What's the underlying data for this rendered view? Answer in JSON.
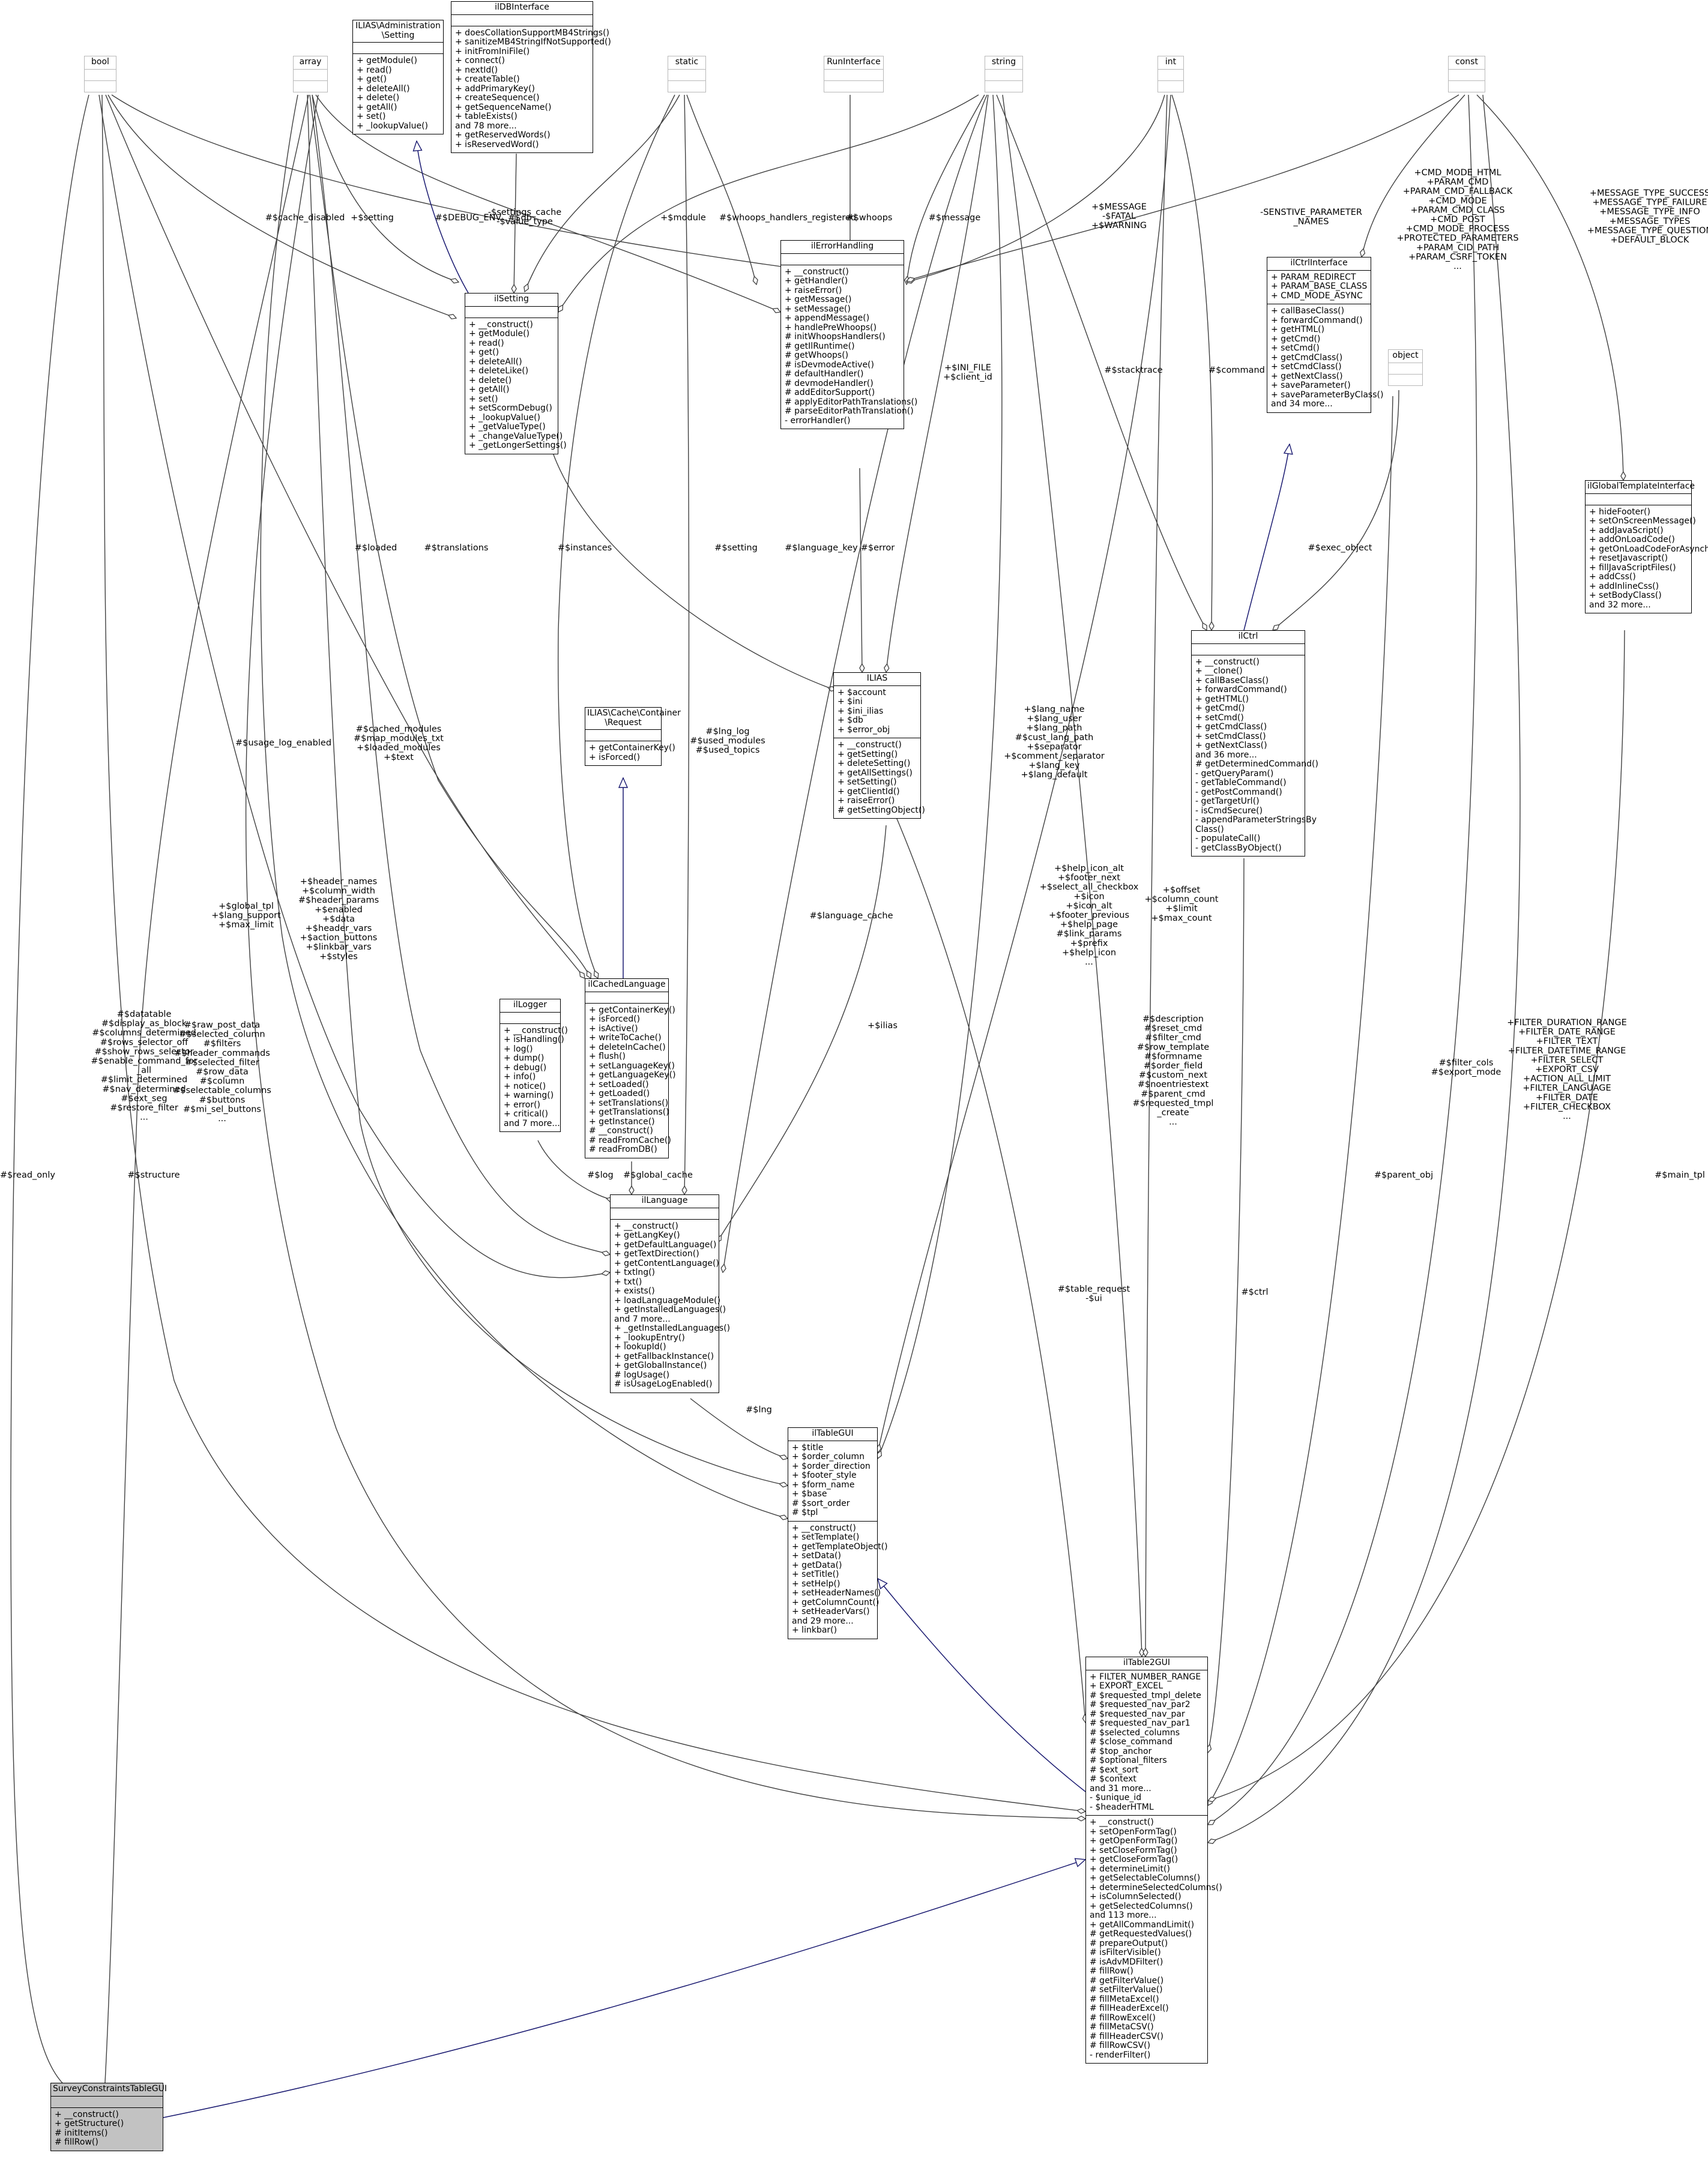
{
  "classes": {
    "bool": {
      "title": [
        "bool"
      ],
      "attrs": [],
      "ops": []
    },
    "array": {
      "title": [
        "array"
      ],
      "attrs": [],
      "ops": []
    },
    "admin_setting": {
      "title": [
        "ILIAS\\Administration",
        "\\Setting"
      ],
      "attrs": [],
      "ops": [
        "+ getModule()",
        "+ read()",
        "+ get()",
        "+ deleteAll()",
        "+ delete()",
        "+ getAll()",
        "+ set()",
        "+ _lookupValue()"
      ]
    },
    "ildbinterface": {
      "title": [
        "ilDBInterface"
      ],
      "attrs": [],
      "ops": [
        "+ doesCollationSupportMB4Strings()",
        "+ sanitizeMB4StringIfNotSupported()",
        "+ initFromIniFile()",
        "+ connect()",
        "+ nextId()",
        "+ createTable()",
        "+ addPrimaryKey()",
        "+ createSequence()",
        "+ getSequenceName()",
        "+ tableExists()",
        "and 78 more...",
        "+ getReservedWords()",
        "+ isReservedWord()"
      ]
    },
    "static": {
      "title": [
        "static"
      ],
      "attrs": [],
      "ops": []
    },
    "runinterface": {
      "title": [
        "RunInterface"
      ],
      "attrs": [],
      "ops": []
    },
    "string": {
      "title": [
        "string"
      ],
      "attrs": [],
      "ops": []
    },
    "int": {
      "title": [
        "int"
      ],
      "attrs": [],
      "ops": []
    },
    "const": {
      "title": [
        "const"
      ],
      "attrs": [],
      "ops": []
    },
    "ilsetting": {
      "title": [
        "ilSetting"
      ],
      "attrs": [],
      "ops": [
        "+ __construct()",
        "+ getModule()",
        "+ read()",
        "+ get()",
        "+ deleteAll()",
        "+ deleteLike()",
        "+ delete()",
        "+ getAll()",
        "+ set()",
        "+ setScormDebug()",
        "+ _lookupValue()",
        "+ _getValueType()",
        "+ _changeValueType()",
        "+ _getLongerSettings()"
      ]
    },
    "ilerrorhandling": {
      "title": [
        "ilErrorHandling"
      ],
      "attrs": [],
      "ops": [
        "+ __construct()",
        "+ getHandler()",
        "+ raiseError()",
        "+ getMessage()",
        "+ setMessage()",
        "+ appendMessage()",
        "+ handlePreWhoops()",
        "# initWhoopsHandlers()",
        "# getIlRuntime()",
        "# getWhoops()",
        "# isDevmodeActive()",
        "# defaultHandler()",
        "# devmodeHandler()",
        "# addEditorSupport()",
        "# applyEditorPathTranslations()",
        "# parseEditorPathTranslation()",
        "- errorHandler()"
      ]
    },
    "ilctrlinterface": {
      "title": [
        "ilCtrlInterface"
      ],
      "attrs": [
        "+ PARAM_REDIRECT",
        "+ PARAM_BASE_CLASS",
        "+ CMD_MODE_ASYNC"
      ],
      "ops": [
        "+ callBaseClass()",
        "+ forwardCommand()",
        "+ getHTML()",
        "+ getCmd()",
        "+ setCmd()",
        "+ getCmdClass()",
        "+ setCmdClass()",
        "+ getNextClass()",
        "+ saveParameter()",
        "+ saveParameterByClass()",
        "and 34 more..."
      ]
    },
    "object": {
      "title": [
        "object"
      ],
      "attrs": [],
      "ops": []
    },
    "ilglobaltemplateinterface": {
      "title": [
        "ilGlobalTemplateInterface"
      ],
      "attrs": [],
      "ops": [
        "+ hideFooter()",
        "+ setOnScreenMessage()",
        "+ addJavaScript()",
        "+ addOnLoadCode()",
        "+ getOnLoadCodeForAsynch()",
        "+ resetJavascript()",
        "+ fillJavaScriptFiles()",
        "+ addCss()",
        "+ addInlineCss()",
        "+ setBodyClass()",
        "and 32 more..."
      ]
    },
    "ilctrl": {
      "title": [
        "ilCtrl"
      ],
      "attrs": [],
      "ops": [
        "+ __construct()",
        "+ __clone()",
        "+ callBaseClass()",
        "+ forwardCommand()",
        "+ getHTML()",
        "+ getCmd()",
        "+ setCmd()",
        "+ getCmdClass()",
        "+ setCmdClass()",
        "+ getNextClass()",
        "and 36 more...",
        "# getDeterminedCommand()",
        "- getQueryParam()",
        "- getTableCommand()",
        "- getPostCommand()",
        "- getTargetUrl()",
        "- isCmdSecure()",
        "- appendParameterStringsBy",
        "Class()",
        "- populateCall()",
        "- getClassByObject()"
      ]
    },
    "ilias": {
      "title": [
        "ILIAS"
      ],
      "attrs": [
        "+ $account",
        "+ $ini",
        "+ $ini_ilias",
        "+ $db",
        "+ $error_obj"
      ],
      "ops": [
        "+ __construct()",
        "+ getSetting()",
        "+ deleteSetting()",
        "+ getAllSettings()",
        "+ setSetting()",
        "+ getClientId()",
        "+ raiseError()",
        "# getSettingObject()"
      ]
    },
    "cache_request": {
      "title": [
        "ILIAS\\Cache\\Container",
        "\\Request"
      ],
      "attrs": [],
      "ops": [
        "+ getContainerKey()",
        "+ isForced()"
      ]
    },
    "ilcachedlanguage": {
      "title": [
        "ilCachedLanguage"
      ],
      "attrs": [],
      "ops": [
        "+ getContainerKey()",
        "+ isForced()",
        "+ isActive()",
        "+ writeToCache()",
        "+ deleteInCache()",
        "+ flush()",
        "+ setLanguageKey()",
        "+ getLanguageKey()",
        "+ setLoaded()",
        "+ getLoaded()",
        "+ setTranslations()",
        "+ getTranslations()",
        "+ getInstance()",
        "# __construct()",
        "# readFromCache()",
        "# readFromDB()"
      ]
    },
    "illogger": {
      "title": [
        "ilLogger"
      ],
      "attrs": [],
      "ops": [
        "+ __construct()",
        "+ isHandling()",
        "+ log()",
        "+ dump()",
        "+ debug()",
        "+ info()",
        "+ notice()",
        "+ warning()",
        "+ error()",
        "+ critical()",
        "and 7 more..."
      ]
    },
    "illanguage": {
      "title": [
        "ilLanguage"
      ],
      "attrs": [],
      "ops": [
        "+ __construct()",
        "+ getLangKey()",
        "+ getDefaultLanguage()",
        "+ getTextDirection()",
        "+ getContentLanguage()",
        "+ txtlng()",
        "+ txt()",
        "+ exists()",
        "+ loadLanguageModule()",
        "+ getInstalledLanguages()",
        "and 7 more...",
        "+ _getInstalledLanguages()",
        "+ _lookupEntry()",
        "+ lookupId()",
        "+ getFallbackInstance()",
        "+ getGlobalInstance()",
        "# logUsage()",
        "# isUsageLogEnabled()"
      ]
    },
    "iltablegui": {
      "title": [
        "ilTableGUI"
      ],
      "attrs": [
        "+ $title",
        "+ $order_column",
        "+ $order_direction",
        "+ $footer_style",
        "+ $form_name",
        "+ $base",
        "# $sort_order",
        "# $tpl"
      ],
      "ops": [
        "+ __construct()",
        "+ setTemplate()",
        "+ getTemplateObject()",
        "+ setData()",
        "+ getData()",
        "+ setTitle()",
        "+ setHelp()",
        "+ setHeaderNames()",
        "+ getColumnCount()",
        "+ setHeaderVars()",
        "and 29 more...",
        "+ linkbar()"
      ]
    },
    "iltable2gui": {
      "title": [
        "ilTable2GUI"
      ],
      "attrs": [
        "+ FILTER_NUMBER_RANGE",
        "+ EXPORT_EXCEL",
        "# $requested_tmpl_delete",
        "# $requested_nav_par2",
        "# $requested_nav_par",
        "# $requested_nav_par1",
        "# $selected_columns",
        "# $close_command",
        "# $top_anchor",
        "# $optional_filters",
        "# $ext_sort",
        "# $context",
        "and 31 more...",
        "- $unique_id",
        "- $headerHTML"
      ],
      "ops": [
        "+ __construct()",
        "+ setOpenFormTag()",
        "+ getOpenFormTag()",
        "+ setCloseFormTag()",
        "+ getCloseFormTag()",
        "+ determineLimit()",
        "+ getSelectableColumns()",
        "+ determineSelectedColumns()",
        "+ isColumnSelected()",
        "+ getSelectedColumns()",
        "and 113 more...",
        "+ getAllCommandLimit()",
        "# getRequestedValues()",
        "# prepareOutput()",
        "# isFilterVisible()",
        "# isAdvMDFilter()",
        "# fillRow()",
        "# getFilterValue()",
        "# setFilterValue()",
        "# fillMetaExcel()",
        "# fillHeaderExcel()",
        "# fillRowExcel()",
        "# fillMetaCSV()",
        "# fillHeaderCSV()",
        "# fillRowCSV()",
        "- renderFilter()"
      ]
    },
    "survey": {
      "title": [
        "SurveyConstraintsTableGUI"
      ],
      "attrs": [],
      "ops": [
        "+ __construct()",
        "+ getStructure()",
        "# initItems()",
        "# fillRow()"
      ]
    }
  },
  "edge_labels": {
    "read_only": [
      "#$read_only"
    ],
    "structure": [
      "#$structure"
    ],
    "bool_table2": [
      "#$datatable",
      "#$display_as_block",
      "#$columns_determined",
      "#$rows_selector_off",
      "#$show_rows_selector",
      "#$enable_command_for",
      "_all",
      "#$limit_determined",
      "#$nav_determined",
      "#$ext_seg",
      "#$restore_filter",
      "..."
    ],
    "array_table2": [
      "#$raw_post_data",
      "#$selected_column",
      "#$filters",
      "#$header_commands",
      "#$selected_filter",
      "#$row_data",
      "#$column",
      "#$selectable_columns",
      "#$buttons",
      "#$mi_sel_buttons",
      "..."
    ],
    "global_tpl": [
      "+$global_tpl",
      "+$lang_support",
      "+$max_limit"
    ],
    "header_names": [
      "+$header_names",
      "+$column_width",
      "#$header_params",
      "+$enabled",
      "+$data",
      "+$header_vars",
      "+$action_buttons",
      "+$linkbar_vars",
      "+$styles"
    ],
    "usage_log": [
      "#$usage_log_enabled"
    ],
    "cached_modules": [
      "#$cached_modules",
      "#$map_modules_txt",
      "+$loaded_modules",
      "+$text"
    ],
    "loaded": [
      "#$loaded"
    ],
    "translations": [
      "#$translations"
    ],
    "instances": [
      "#$instances"
    ],
    "lng_log": [
      "#$lng_log",
      "#$used_modules",
      "#$used_topics"
    ],
    "cache_disabled": [
      "#$cache_disabled"
    ],
    "setting_cache": [
      "-$settings_cache",
      "-$value_type"
    ],
    "db": [
      "#$db"
    ],
    "plus_setting": [
      "+$setting"
    ],
    "debug_env": [
      "#$DEBUG_ENV"
    ],
    "module": [
      "+$module"
    ],
    "whoops_handlers": [
      "#$whoops_handlers_registered"
    ],
    "whoops": [
      "#$whoops"
    ],
    "message": [
      "#$message"
    ],
    "ini_file": [
      "+$INI_FILE",
      "+$client_id"
    ],
    "setting_ilias": [
      "#$setting"
    ],
    "language_key": [
      "#$language_key"
    ],
    "error": [
      "#$error"
    ],
    "stacktrace": [
      "#$stacktrace"
    ],
    "command": [
      "#$command"
    ],
    "exec_object": [
      "#$exec_object"
    ],
    "msg_consts": [
      "+$MESSAGE",
      "-$FATAL",
      "+$WARNING"
    ],
    "sensitive": [
      "-SENSTIVE_PARAMETER",
      "_NAMES"
    ],
    "cmd_consts": [
      "+CMD_MODE_HTML",
      "+PARAM_CMD",
      "+PARAM_CMD_FALLBACK",
      "+CMD_MODE",
      "+PARAM_CMD_CLASS",
      "+CMD_POST",
      "+CMD_MODE_PROCESS",
      "+PROTECTED_PARAMETERS",
      "+PARAM_CID_PATH",
      "+PARAM_CSRF_TOKEN",
      "..."
    ],
    "msg_types": [
      "+MESSAGE_TYPE_SUCCESS",
      "+MESSAGE_TYPE_FAILURE",
      "+MESSAGE_TYPE_INFO",
      "+MESSAGE_TYPES",
      "+MESSAGE_TYPE_QUESTION",
      "+DEFAULT_BLOCK"
    ],
    "lang_name": [
      "+$lang_name",
      "+$lang_user",
      "+$lang_path",
      "#$cust_lang_path",
      "+$separator",
      "+$comment_separator",
      "+$lang_key",
      "+$lang_default"
    ],
    "language_cache": [
      "#$language_cache"
    ],
    "ilias_ref": [
      "+$ilias"
    ],
    "global_cache": [
      "#$global_cache"
    ],
    "log": [
      "#$log"
    ],
    "lng": [
      "#$lng"
    ],
    "help_icon": [
      "+$help_icon_alt",
      "+$footer_next",
      "+$select_all_checkbox",
      "+$icon",
      "+$icon_alt",
      "+$footer_previous",
      "+$help_page",
      "#$link_params",
      "+$prefix",
      "+$help_icon",
      "..."
    ],
    "offset": [
      "+$offset",
      "+$column_count",
      "+$limit",
      "+$max_count"
    ],
    "description": [
      "#$description",
      "#$reset_cmd",
      "#$filter_cmd",
      "#$row_template",
      "#$formname",
      "#$order_field",
      "#$custom_next",
      "#$noentriestext",
      "#$parent_cmd",
      "#$requested_tmpl",
      "_create",
      "..."
    ],
    "table_request": [
      "#$table_request",
      "-$ui"
    ],
    "filter_cols": [
      "#$filter_cols",
      "#$export_mode"
    ],
    "parent_obj": [
      "#$parent_obj"
    ],
    "ctrl": [
      "#$ctrl"
    ],
    "filter_consts": [
      "+FILTER_DURATION_RANGE",
      "+FILTER_DATE_RANGE",
      "+FILTER_TEXT",
      "+FILTER_DATETIME_RANGE",
      "+FILTER_SELECT",
      "+EXPORT_CSV",
      "+ACTION_ALL_LIMIT",
      "+FILTER_LANGUAGE",
      "+FILTER_DATE",
      "+FILTER_CHECKBOX",
      "..."
    ],
    "main_tpl": [
      "#$main_tpl"
    ]
  },
  "colors": {
    "line": "#404040",
    "inherit": "#191970",
    "focus_fill": "#c2c2c2",
    "gray_border": "#b8b8b8"
  }
}
